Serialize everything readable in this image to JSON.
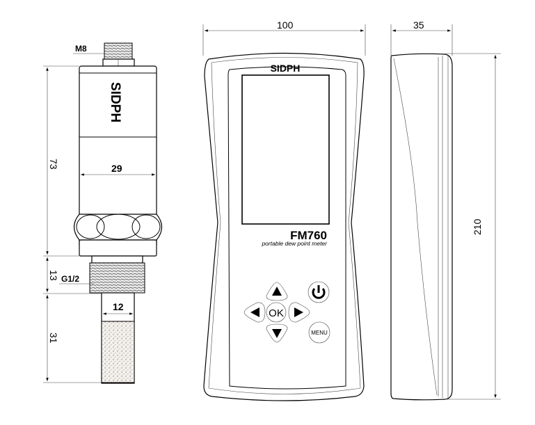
{
  "brand": "SIDPH",
  "probe": {
    "connector_label": "M8",
    "thread_label": "G1/2",
    "diameter_body": "29",
    "diameter_filter": "12",
    "length_body": "73",
    "length_thread": "13",
    "length_filter": "31"
  },
  "meter": {
    "model": "FM760",
    "subtitle": "portable dew point meter",
    "width_dim": "100",
    "depth_dim": "35",
    "height_dim": "210",
    "buttons": {
      "ok": "OK",
      "menu": "MENU"
    }
  }
}
